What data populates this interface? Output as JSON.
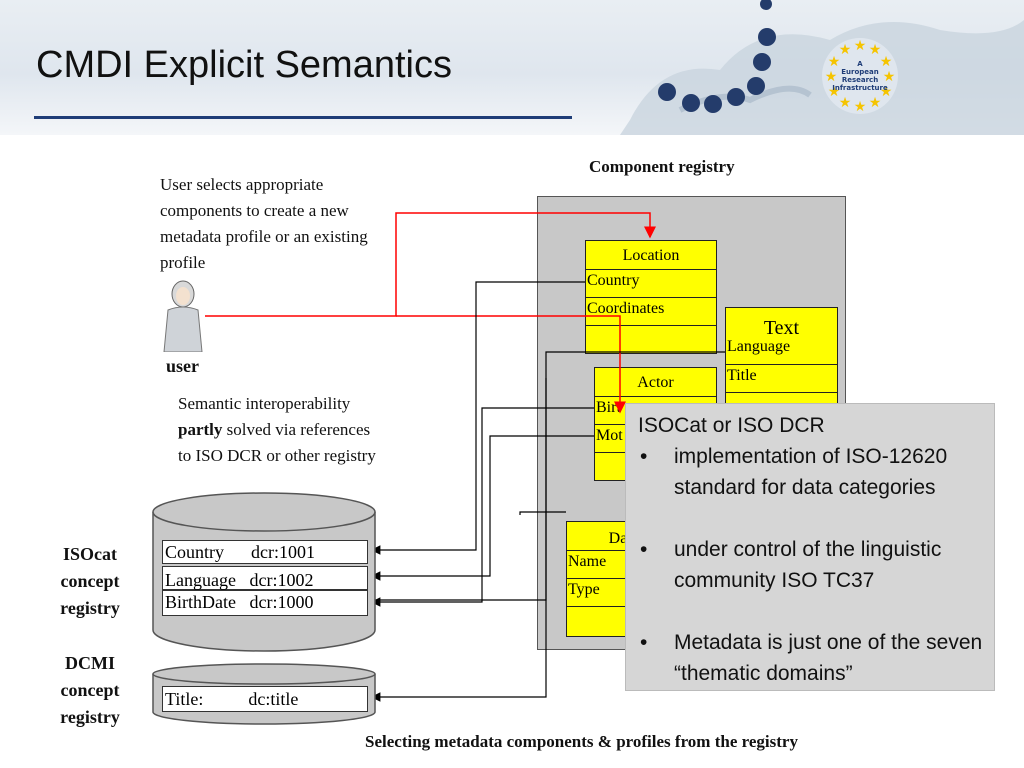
{
  "slide": {
    "title": "CMDI Explicit Semantics",
    "logo_text": [
      "A",
      "European",
      "Research",
      "Infrastructure"
    ]
  },
  "user": {
    "instruction": "User selects appropriate components to create a new metadata profile  or an existing profile",
    "label": "user"
  },
  "semantic_note": {
    "line1": "Semantic interoperability",
    "bold": "partly",
    "rest": " solved via references",
    "line3": "to ISO DCR or other registry"
  },
  "component_registry": {
    "title": "Component registry",
    "components": [
      {
        "name": "Location",
        "fields": [
          "Country",
          "Coordinates",
          ""
        ]
      },
      {
        "name": "Text",
        "fields": [
          "Language",
          "Title",
          ""
        ]
      },
      {
        "name": "Actor",
        "fields": [
          "Birt",
          "Mot",
          ""
        ]
      },
      {
        "name": "Dan",
        "fields": [
          "Name",
          "Type",
          ""
        ]
      }
    ]
  },
  "iso_box": {
    "heading": "ISOCat or ISO DCR",
    "bullets": [
      "implementation of ISO-12620 standard for data categories",
      "under control of the linguistic community ISO TC37",
      "Metadata is just one of the seven “thematic domains”"
    ],
    "bullet_symbol": "•"
  },
  "isocat": {
    "label_lines": [
      "ISOcat",
      "concept",
      "registry"
    ],
    "entries": [
      "Country      dcr:1001",
      "Language   dcr:1002",
      "BirthDate   dcr:1000"
    ]
  },
  "dcmi": {
    "label_lines": [
      "DCMI",
      "concept",
      "registry"
    ],
    "entries": [
      "Title:          dc:title"
    ]
  },
  "caption": "Selecting metadata components & profiles from the registry",
  "colors": {
    "component_fill": "#ffff00",
    "registry_fill": "#c8c8c8",
    "selection_line": "#ff0000",
    "title_rule": "#1f3d78"
  }
}
